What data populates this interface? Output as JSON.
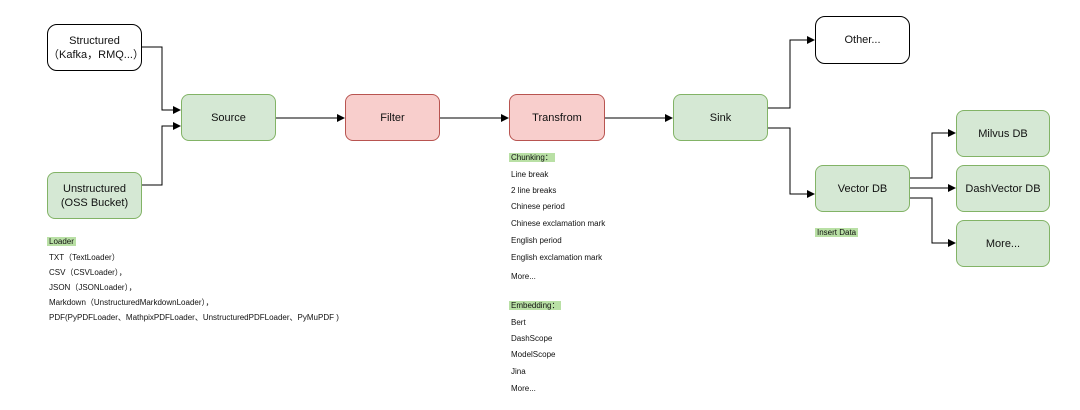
{
  "nodes": {
    "structured": [
      "Structured",
      "（Kafka，RMQ...）"
    ],
    "unstructured": [
      "Unstructured",
      "(OSS Bucket)"
    ],
    "source": "Source",
    "filter": "Filter",
    "transform": "Transfrom",
    "sink": "Sink",
    "other": "Other...",
    "vector_db": "Vector DB",
    "milvus": "Milvus DB",
    "dashvector": "DashVector DB",
    "more": "More..."
  },
  "loader": {
    "title": "Loader",
    "items": [
      "TXT（TextLoader）",
      "CSV（CSVLoader），",
      "JSON（JSONLoader），",
      "Markdown（UnstructuredMarkdownLoader），",
      "PDF(PyPDFLoader、MathpixPDFLoader、UnstructuredPDFLoader、PyMuPDF )"
    ]
  },
  "chunking": {
    "title": "Chunking：",
    "items": [
      "Line break",
      "2 line breaks",
      "Chinese period",
      "Chinese exclamation mark",
      "English period",
      "English exclamation mark",
      "More..."
    ]
  },
  "embedding": {
    "title": "Embedding：",
    "items": [
      "Bert",
      "DashScope",
      "ModelScope",
      "Jina",
      "More..."
    ]
  },
  "insert_data": "Insert Data",
  "colors": {
    "green_fill": "#d5e8d4",
    "green_stroke": "#82b366",
    "red_fill": "#f8cecc",
    "red_stroke": "#b85450",
    "highlight": "#b9e0a5"
  }
}
